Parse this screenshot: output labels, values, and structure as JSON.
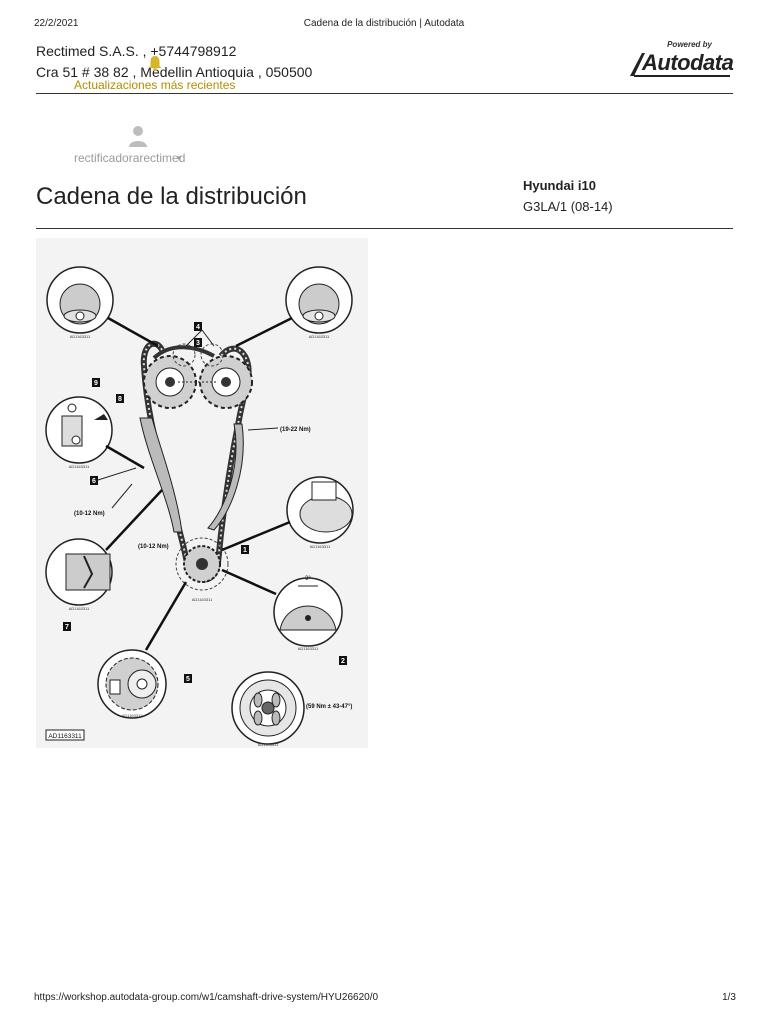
{
  "print_header": {
    "date": "22/2/2021",
    "title": "Cadena de la distribución | Autodata"
  },
  "header": {
    "company": "Rectimed S.A.S. , +5744798912",
    "address": "Cra 51 # 38 82 , Medellin Antioquia , 050500",
    "updates_link": "Actualizaciones más recientes",
    "logo": {
      "powered": "Powered by",
      "brand": "Autodata"
    }
  },
  "user": {
    "name": "rectificadorarectimed"
  },
  "page": {
    "title": "Cadena de la distribución"
  },
  "vehicle": {
    "make": "Hyundai i10",
    "engine": "G3LA/1 (08-14)"
  },
  "diagram": {
    "ref": "AD1163311",
    "inset_code": "AD1163311",
    "callouts": [
      "1",
      "2",
      "3",
      "4",
      "5",
      "6",
      "7",
      "8",
      "9"
    ],
    "torques": {
      "guide_right": "(19-22 Nm)",
      "guide_left": "(10-12 Nm)",
      "tensioner": "(10-12 Nm)",
      "pulley": "(59 Nm ± 43-47°)"
    },
    "angle": "3°"
  },
  "footer": {
    "url": "https://workshop.autodata-group.com/w1/camshaft-drive-system/HYU26620/0",
    "page": "1/3"
  },
  "colors": {
    "accent": "#b38d00",
    "text": "#222222",
    "muted": "#9a9a9a"
  }
}
